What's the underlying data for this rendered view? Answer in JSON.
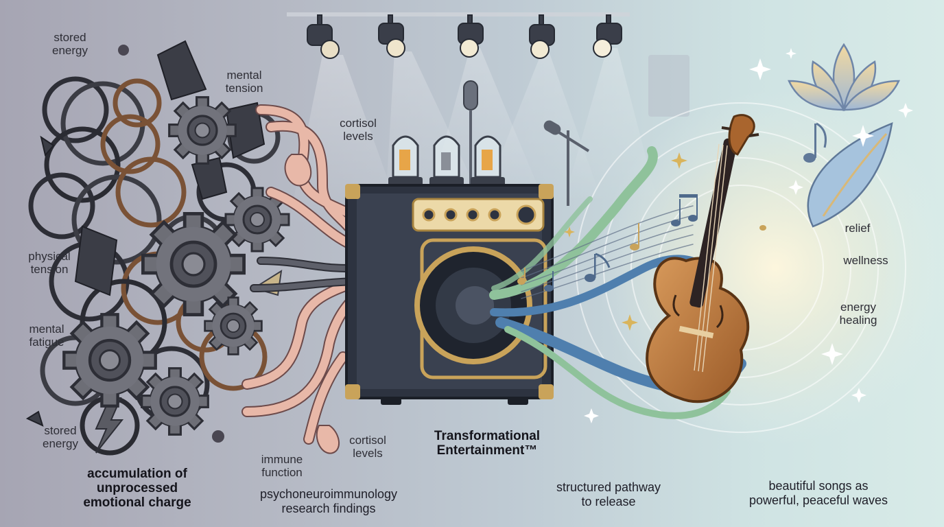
{
  "left_labels": {
    "stored_energy_top": "stored\nenergy",
    "mental_tension": "mental\ntension",
    "cortisol_levels_top": "cortisol\nlevels",
    "physical_tension": "physical\ntension",
    "mental_fatigue": "mental\nfatigue",
    "stored_energy_bottom": "stored\nenergy",
    "cortisol_levels_bottom": "cortisol\nlevels",
    "immune_function": "immune\nfunction"
  },
  "captions": {
    "accumulation": "accumulation of\nunprocessed\nemotional charge",
    "pni": "psychoneuroimmunology\nresearch findings",
    "brand": "Transformational\nEntertainment™",
    "pathway": "structured pathway\nto release",
    "waves": "beautiful songs as\npowerful, peaceful waves"
  },
  "right_labels": {
    "relief": "relief",
    "wellness": "wellness",
    "energy_healing": "energy\nhealing"
  },
  "colors": {
    "gear": "#6d6e76",
    "cable": "#e8b8a8",
    "amp_body": "#2d3340",
    "amp_trim": "#c9a35a",
    "violin": "#c07a3c",
    "wave_blue": "#4f7fae",
    "wave_green": "#8fc29b"
  }
}
